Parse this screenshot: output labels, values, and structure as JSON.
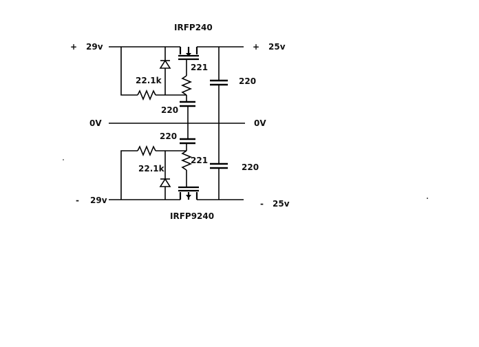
{
  "schematic": {
    "top_transistor": "IRFP240",
    "bottom_transistor": "IRFP9240",
    "in_pos": {
      "sign": "+",
      "value": "29v"
    },
    "out_pos": {
      "sign": "+",
      "value": "25v"
    },
    "ground_left": "0V",
    "ground_right": "0V",
    "in_neg": {
      "sign": "-",
      "value": "29v"
    },
    "out_neg": {
      "sign": "-",
      "value": "25v"
    },
    "top_resistor": "22.1k",
    "top_gate_resistor": "221",
    "top_gate_cap": "220",
    "top_out_cap": "220",
    "bottom_gate_cap": "220",
    "bottom_resistor": "22.1k",
    "bottom_gate_resistor": "221",
    "bottom_out_cap": "220"
  }
}
